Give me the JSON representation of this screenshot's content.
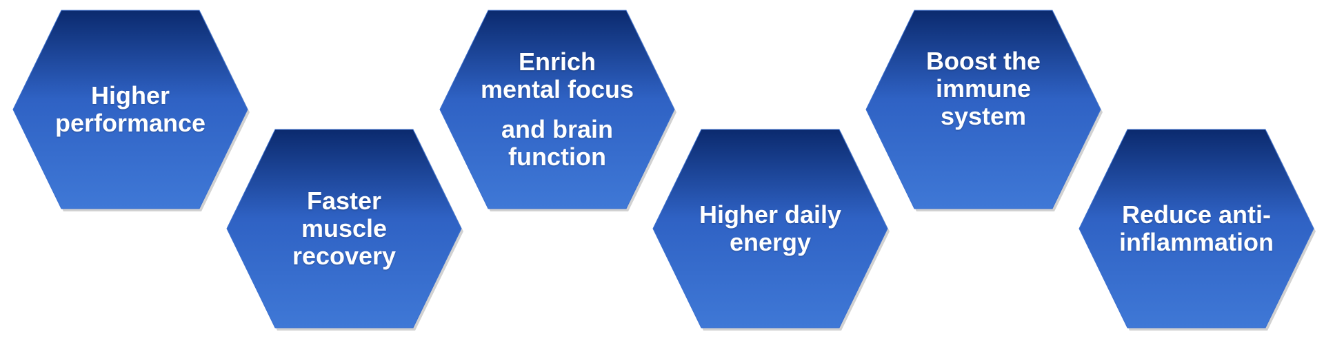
{
  "colors": {
    "hex_top": "#0b2a6e",
    "hex_mid": "#2f62c4",
    "hex_bottom": "#3f78d6",
    "text": "#ffffff"
  },
  "hexagons": [
    {
      "lines": [
        "Higher",
        "performance"
      ]
    },
    {
      "lines": [
        "Faster",
        "muscle",
        "recovery"
      ]
    },
    {
      "lines": [
        "Enrich",
        "mental focus",
        "and brain",
        "function"
      ]
    },
    {
      "lines": [
        "Higher daily",
        "energy"
      ]
    },
    {
      "lines": [
        "Boost the",
        "immune",
        "system"
      ]
    },
    {
      "lines": [
        "Reduce anti-",
        "inflammation"
      ]
    }
  ]
}
